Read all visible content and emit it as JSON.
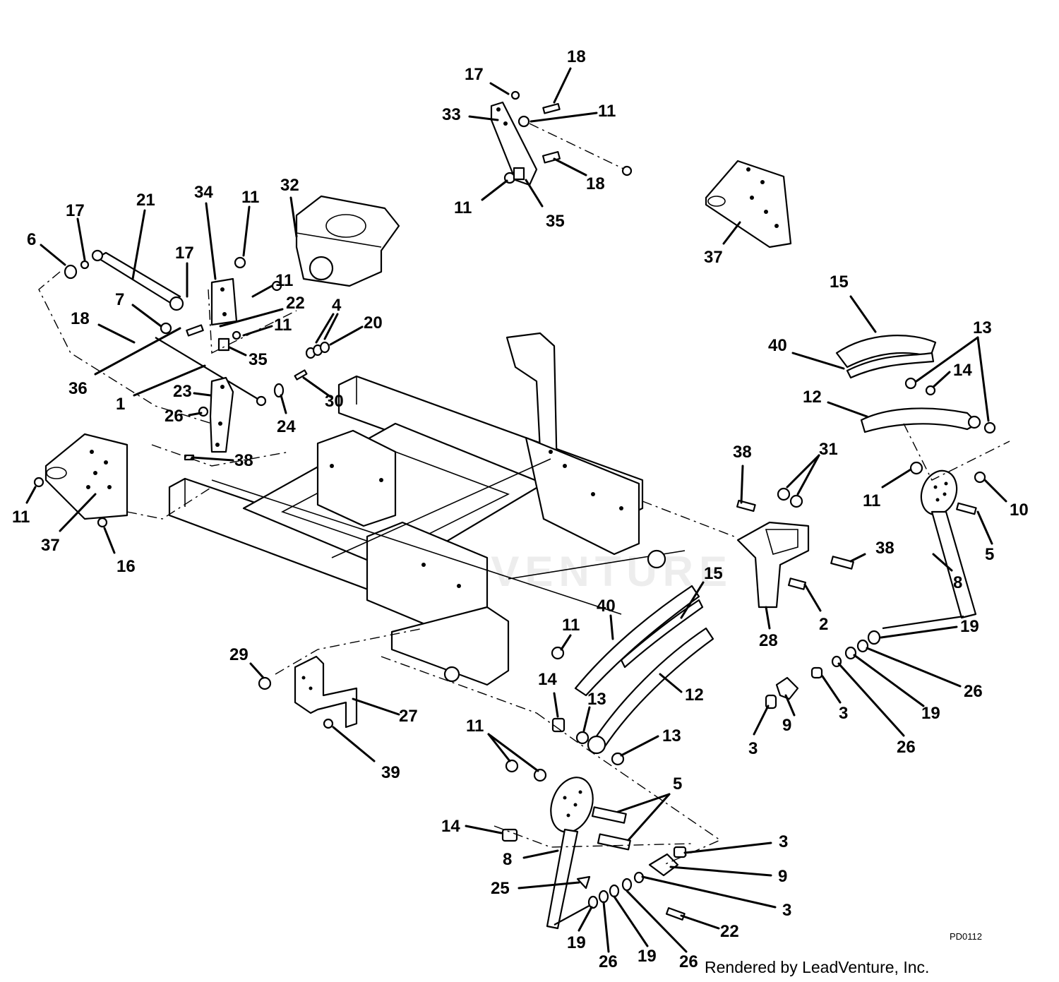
{
  "labels": [
    "17",
    "18",
    "11",
    "33",
    "18",
    "11",
    "35",
    "37",
    "6",
    "17",
    "21",
    "34",
    "11",
    "32",
    "17",
    "11",
    "7",
    "22",
    "18",
    "11",
    "4",
    "20",
    "35",
    "36",
    "1",
    "30",
    "23",
    "26",
    "24",
    "38",
    "11",
    "37",
    "16",
    "15",
    "40",
    "13",
    "14",
    "12",
    "38",
    "31",
    "11",
    "10",
    "5",
    "38",
    "8",
    "2",
    "28",
    "19",
    "26",
    "19",
    "3",
    "3",
    "9",
    "26",
    "15",
    "40",
    "11",
    "12",
    "14",
    "13",
    "13",
    "29",
    "27",
    "39",
    "11",
    "5",
    "14",
    "8",
    "3",
    "9",
    "25",
    "3",
    "22",
    "19",
    "26",
    "19",
    "26"
  ],
  "footer": {
    "code": "PD0112",
    "credit": "Rendered by LeadVenture, Inc."
  },
  "watermark": "LEADVENTURE"
}
